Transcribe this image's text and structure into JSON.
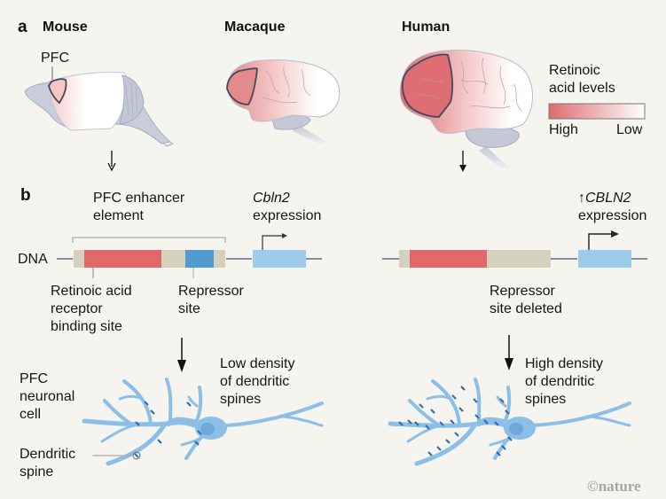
{
  "panel_a": {
    "letter": "a",
    "species": [
      "Mouse",
      "Macaque",
      "Human"
    ],
    "pfc_label": "PFC",
    "legend": {
      "title_line1": "Retinoic",
      "title_line2": "acid levels",
      "high_label": "High",
      "low_label": "Low",
      "gradient_high_color": "#de6a6e",
      "gradient_low_color": "#ffffff"
    }
  },
  "panel_b": {
    "letter": "b",
    "dna_label": "DNA",
    "mouse": {
      "enhancer_label_line1": "PFC enhancer",
      "enhancer_label_line2": "element",
      "gene_label_line1": "Cbln2",
      "gene_label_line2": "expression",
      "rar_label_line1": "Retinoic acid",
      "rar_label_line2": "receptor",
      "rar_label_line3": "binding site",
      "repressor_label_line1": "Repressor",
      "repressor_label_line2": "site",
      "neuron_label_line1": "PFC",
      "neuron_label_line2": "neuronal",
      "neuron_label_line3": "cell",
      "spine_label_line1": "Dendritic",
      "spine_label_line2": "spine",
      "density_line1": "Low density",
      "density_line2": "of dendritic",
      "density_line3": "spines"
    },
    "human": {
      "gene_label_arrow": "↑",
      "gene_label_line1": "CBLN2",
      "gene_label_line2": "expression",
      "deleted_label_line1": "Repressor",
      "deleted_label_line2": "site deleted",
      "density_line1": "High density",
      "density_line2": "of dendritic",
      "density_line3": "spines"
    },
    "colors": {
      "enhancer_bg": "#d5d1bc",
      "rar_site": "#e0686a",
      "repressor_site": "#529bd0",
      "gene": "#9ccbec",
      "neuron": "#8bbfe8",
      "spine": "#2d6aa8"
    }
  },
  "credit": "©nature"
}
